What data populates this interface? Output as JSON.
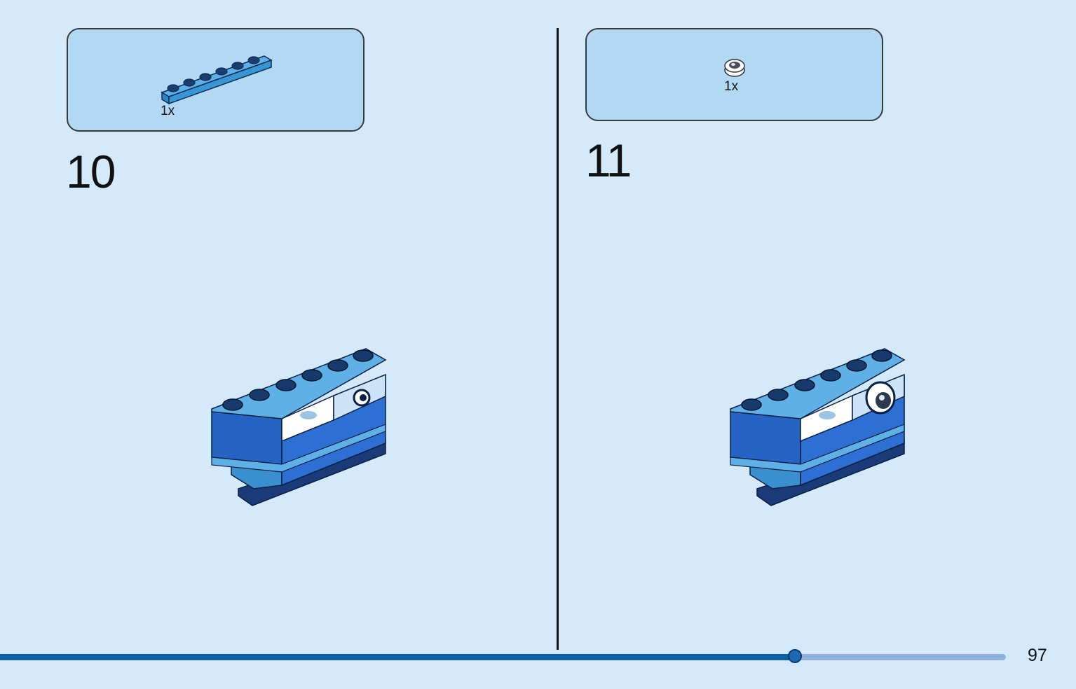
{
  "steps": [
    {
      "number": "10",
      "parts": [
        {
          "qty": "1x",
          "part": "plate-1x6-icon"
        }
      ]
    },
    {
      "number": "11",
      "parts": [
        {
          "qty": "1x",
          "part": "round-eye-tile-icon"
        }
      ]
    }
  ],
  "footer": {
    "page_number": "97",
    "progress_fraction": 0.79
  },
  "colors": {
    "background": "#d4eafb",
    "parts_box": "#b3d8f4",
    "brick_dark_blue": "#1f5fbf",
    "brick_medium_blue": "#3a8fcf",
    "progress_fill": "#0d5fa8",
    "progress_track": "#8fb0dc"
  }
}
